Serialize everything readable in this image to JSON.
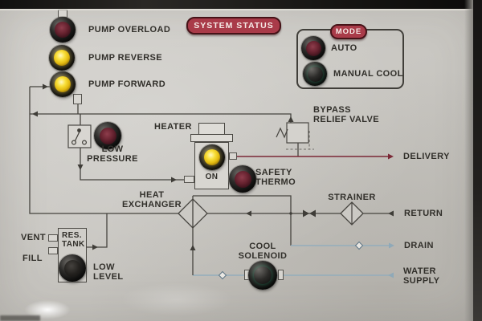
{
  "status_banner": {
    "label": "SYSTEM STATUS"
  },
  "pump_lights": [
    {
      "label": "PUMP OVERLOAD",
      "state": "off"
    },
    {
      "label": "PUMP REVERSE",
      "state": "on"
    },
    {
      "label": "PUMP FORWARD",
      "state": "on"
    }
  ],
  "mode_box": {
    "title": "MODE",
    "lights": [
      {
        "label": "AUTO",
        "state": "off"
      },
      {
        "label": "MANUAL COOL",
        "state": "on"
      }
    ]
  },
  "schematic": {
    "low_pressure": {
      "line1": "LOW",
      "line2": "PRESSURE",
      "state": "off"
    },
    "heater": {
      "label": "HEATER"
    },
    "heater_on": {
      "label": "ON",
      "state": "on"
    },
    "safety_thermo": {
      "line1": "SAFETY",
      "line2": "THERMO",
      "state": "off"
    },
    "bypass_relief_valve": {
      "line1": "BYPASS",
      "line2": "RELIEF VALVE"
    },
    "heat_exchanger": {
      "line1": "HEAT",
      "line2": "EXCHANGER"
    },
    "strainer": {
      "label": "STRAINER"
    },
    "cool_solenoid": {
      "line1": "COOL",
      "line2": "SOLENOID",
      "state": "on"
    },
    "res_tank": {
      "line1": "RES.",
      "line2": "TANK"
    },
    "vent": {
      "label": "VENT"
    },
    "fill": {
      "label": "FILL"
    },
    "low_level": {
      "line1": "LOW",
      "line2": "LEVEL",
      "state": "off"
    },
    "ports": {
      "delivery": "DELIVERY",
      "return": "RETURN",
      "drain": "DRAIN",
      "water_supply_line1": "WATER",
      "water_supply_line2": "SUPPLY"
    }
  },
  "colors": {
    "panel": "#c8c6c1",
    "badge_red": "#a93b49",
    "schematic_line": "#46443f",
    "water_line": "#93adbc",
    "delivery_line": "#7b2836",
    "lit_yellow": "#f0cb25",
    "lit_green": "#17916a",
    "unlit_red": "#5e2430"
  }
}
